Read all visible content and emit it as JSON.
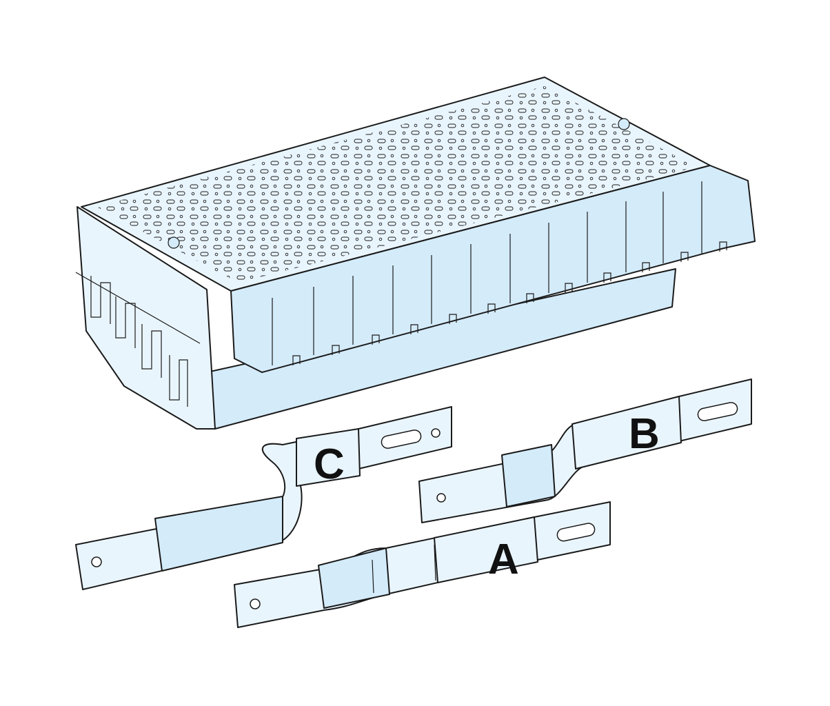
{
  "colors": {
    "fill_light": "#e9f5fd",
    "fill_mid": "#d4ebfa",
    "fill_dark": "#bcdcf2",
    "outline": "#1a1a1a",
    "background": "#ffffff"
  },
  "bars": {
    "a": {
      "label": "A"
    },
    "b": {
      "label": "B"
    },
    "c": {
      "label": "C"
    }
  }
}
